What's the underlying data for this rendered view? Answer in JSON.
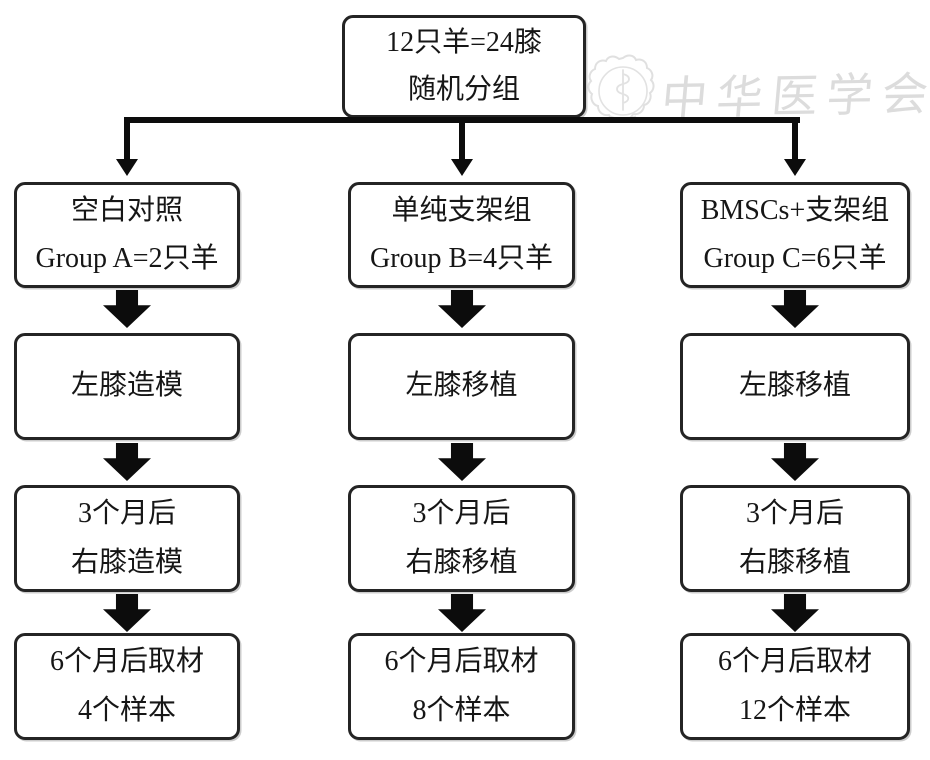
{
  "diagram": {
    "title_box": {
      "line1": "12只羊=24膝",
      "line2": "随机分组"
    },
    "watermark": {
      "text": "中华医学会",
      "logo": "chinese-medical-association-seal"
    },
    "columns": [
      {
        "group_line1": "空白对照",
        "group_line2": "Group A=2只羊",
        "step1": "左膝造模",
        "step2_line1": "3个月后",
        "step2_line2": "右膝造模",
        "step3_line1": "6个月后取材",
        "step3_line2": "4个样本"
      },
      {
        "group_line1": "单纯支架组",
        "group_line2": "Group B=4只羊",
        "step1": "左膝移植",
        "step2_line1": "3个月后",
        "step2_line2": "右膝移植",
        "step3_line1": "6个月后取材",
        "step3_line2": "8个样本"
      },
      {
        "group_line1": "BMSCs+支架组",
        "group_line2": "Group C=6只羊",
        "step1": "左膝移植",
        "step2_line1": "3个月后",
        "step2_line2": "右膝移植",
        "step3_line1": "6个月后取材",
        "step3_line2": "12个样本"
      }
    ],
    "colors": {
      "line": "#0c0c0c",
      "box_border": "#242424",
      "text": "#161616",
      "watermark": "#dcdcdc",
      "background": "#ffffff"
    }
  }
}
